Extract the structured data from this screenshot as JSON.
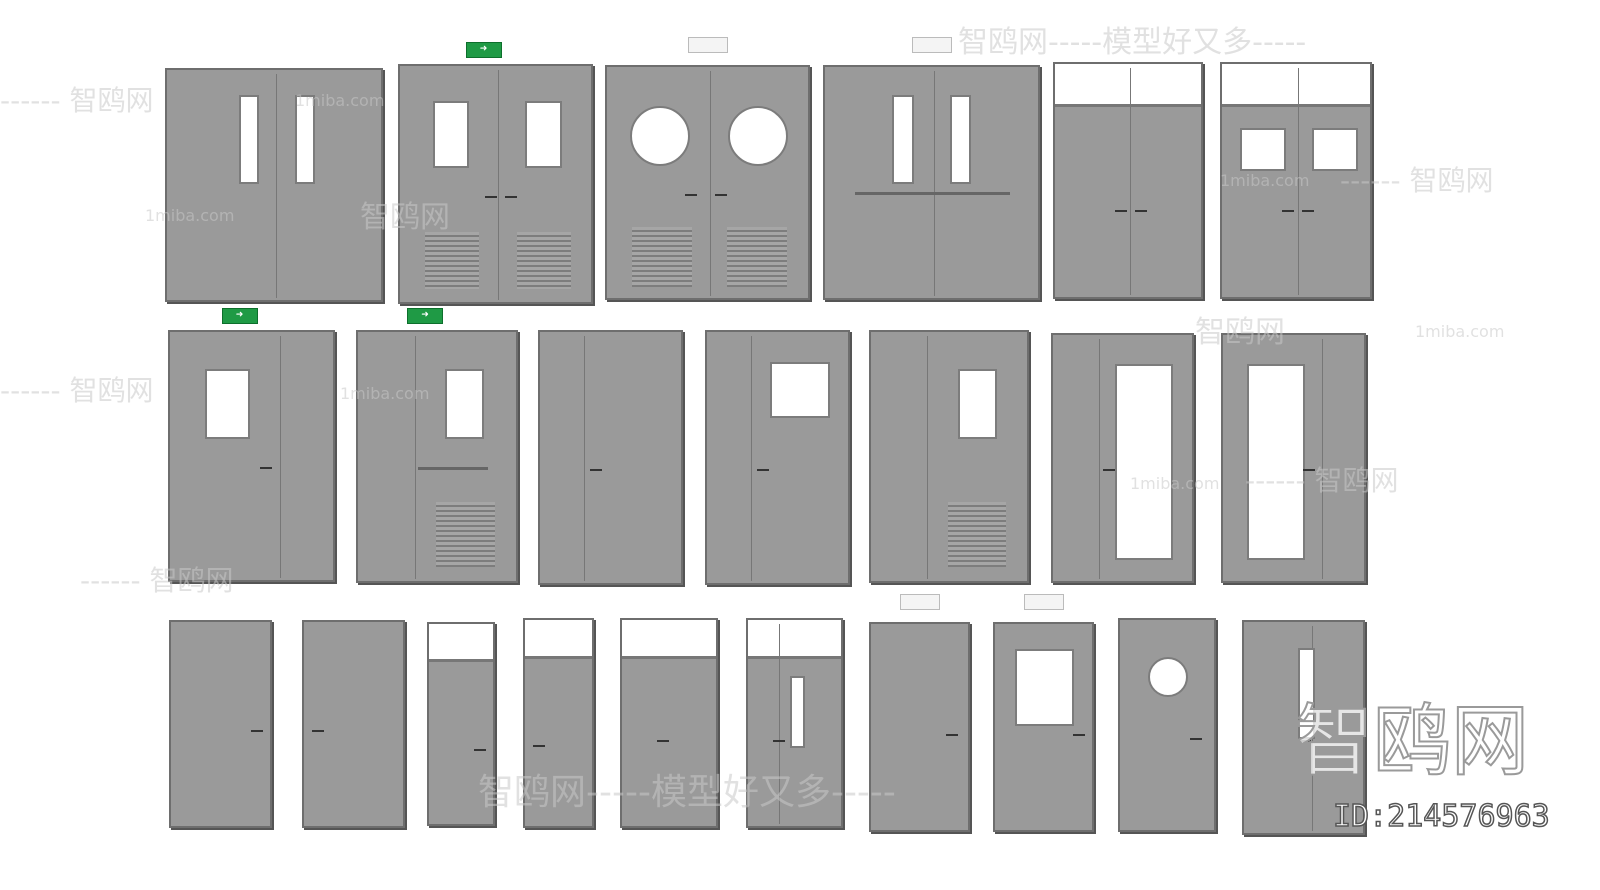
{
  "watermarks": {
    "banner_top": "智鸥网-----模型好又多-----",
    "banner_bottom": "智鸥网-----模型好又多-----",
    "site": "1miba.com",
    "brand": "智鸥网",
    "brand_dash": "------ 智鸥网",
    "brand_large": "智鸥网",
    "id_label": "ID:214576963"
  },
  "signs": {
    "exit_arrow": "➜",
    "exit_icon": "exit-sign-icon"
  },
  "colors": {
    "door": "#9a9a9a",
    "frame": "#6e6e6e",
    "exit_sign": "#1f9a45",
    "background": "#ffffff"
  }
}
